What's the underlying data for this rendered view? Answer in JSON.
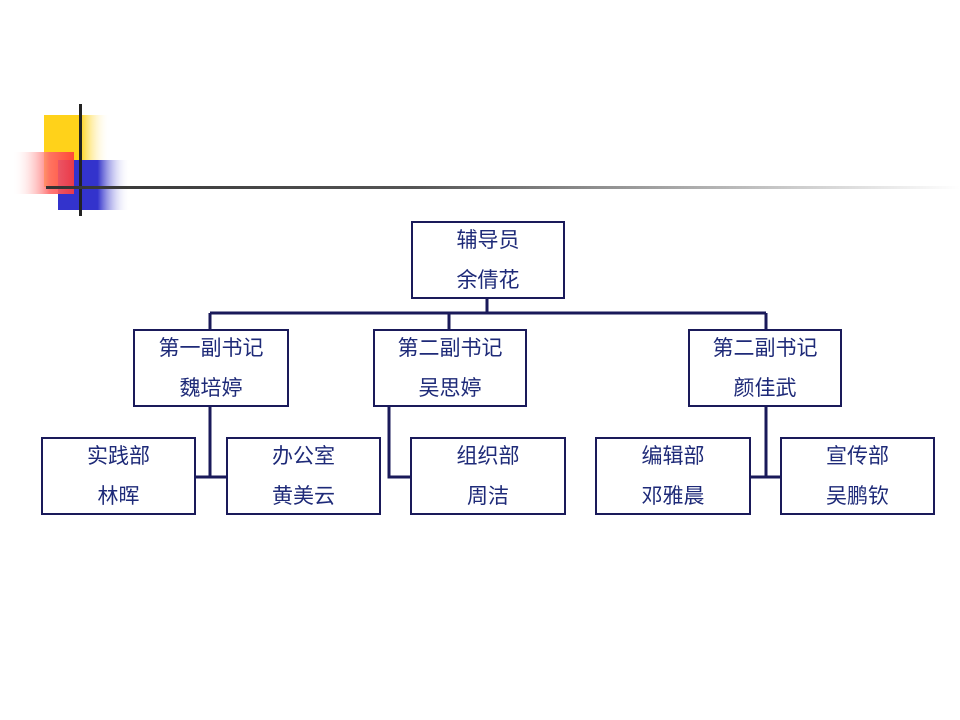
{
  "colors": {
    "line": "#1a1a5a",
    "text": "#1e2a78",
    "deco_yellow": "#ffd21a",
    "deco_blue": "#3333cc",
    "deco_red": "#ff4a4a"
  },
  "org": {
    "root": {
      "title": "辅导员",
      "name": "余倩花"
    },
    "sec1": {
      "title": "第一副书记",
      "name": "魏培婷"
    },
    "sec2": {
      "title": "第二副书记",
      "name": "吴思婷"
    },
    "sec3": {
      "title": "第二副书记",
      "name": "颜佳武"
    },
    "dept1": {
      "title": "实践部",
      "name": "林晖"
    },
    "dept2": {
      "title": "办公室",
      "name": "黄美云"
    },
    "dept3": {
      "title": "组织部",
      "name": "周洁"
    },
    "dept4": {
      "title": "编辑部",
      "name": "邓雅晨"
    },
    "dept5": {
      "title": "宣传部",
      "name": "吴鹏钦"
    }
  }
}
